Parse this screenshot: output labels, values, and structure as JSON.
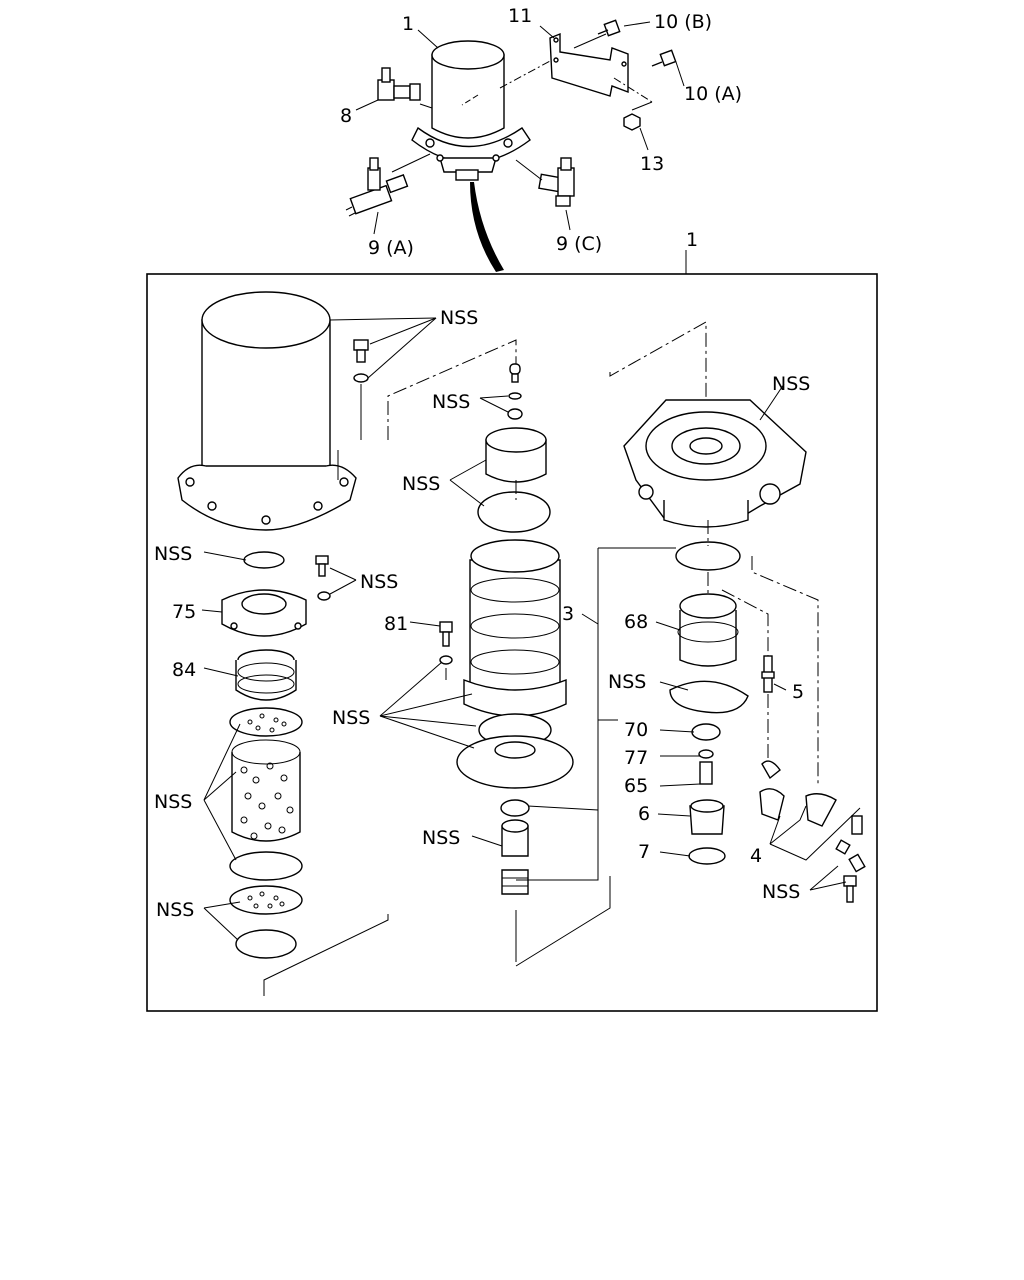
{
  "callouts": {
    "assembly_top": "1",
    "bracket": "11",
    "bolt_b": "10 (B)",
    "bolt_a": "10 (A)",
    "elbow": "8",
    "nut": "13",
    "tee": "9 (A)",
    "elbow_c": "9 (C)",
    "assembly_box": "1",
    "nss_cover_bolt": "NSS",
    "nss_screw_top": "NSS",
    "nss_piston": "NSS",
    "nss_housing": "NSS",
    "nss_cap": "NSS",
    "nss_cap_screw": "NSS",
    "part_75": "75",
    "part_84": "84",
    "nss_desiccant": "NSS",
    "nss_filter": "NSS",
    "part_81": "81",
    "nss_seals": "NSS",
    "nss_valve": "NSS",
    "part_3": "3",
    "part_68": "68",
    "nss_snap_ring": "NSS",
    "part_70": "70",
    "part_77": "77",
    "part_65": "65",
    "part_6": "6",
    "part_7": "7",
    "part_5": "5",
    "part_4": "4",
    "nss_heater": "NSS"
  }
}
